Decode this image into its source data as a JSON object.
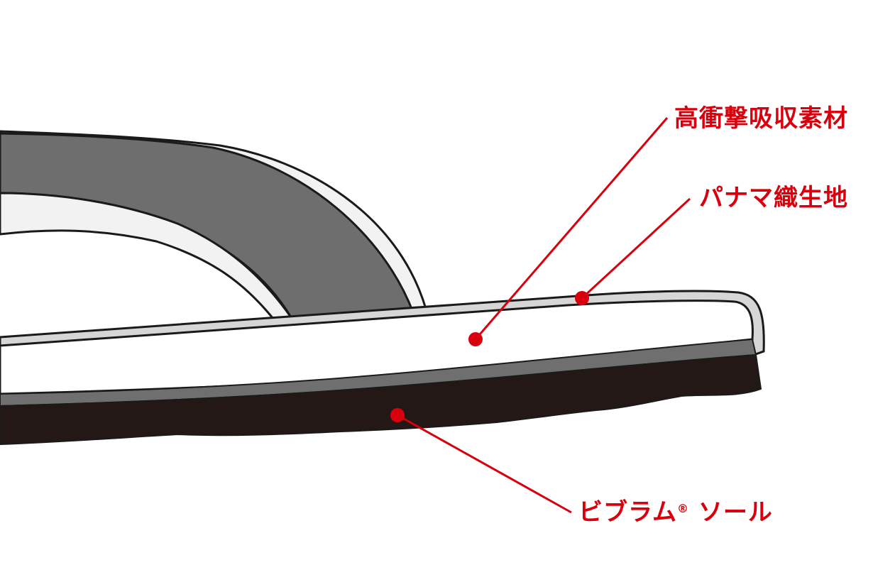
{
  "diagram": {
    "callouts": [
      {
        "id": "shock-absorbing-material",
        "text": "高衝撃吸収素材"
      },
      {
        "id": "panama-weave-fabric",
        "text": "パナマ織生地"
      },
      {
        "id": "vibram-sole",
        "text": "ビブラム",
        "mark": "®",
        "suffix": "ソール"
      }
    ],
    "colors": {
      "callout": "#d9000d",
      "strap": "#6e6e6e",
      "sole-outsole": "#231815",
      "midsole": "#6f6f6f",
      "outline": "#1a1a1a",
      "footbed": "#ffffff"
    }
  }
}
